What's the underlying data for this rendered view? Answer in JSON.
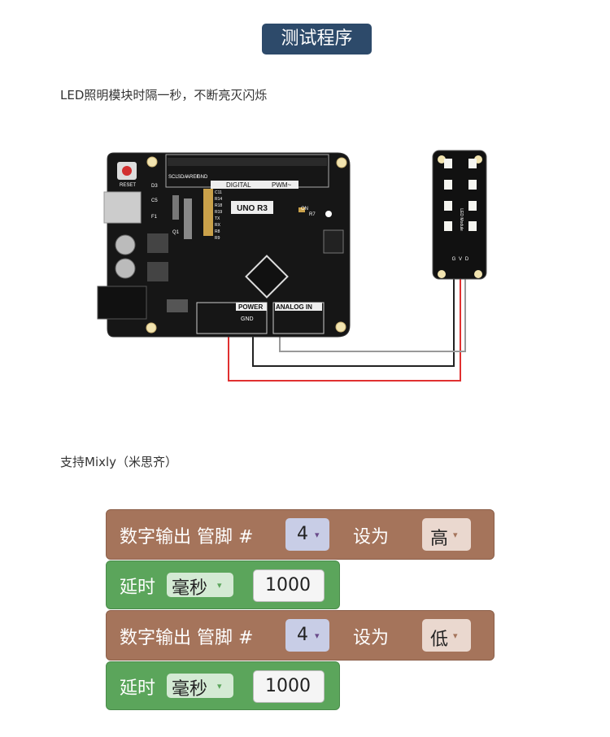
{
  "title": "测试程序",
  "caption_top": "LED照明模块时隔一秒，不断亮灭闪烁",
  "caption_mixly": "支持Mixly（米思齐）",
  "board": {
    "name": "UNO R3",
    "digital_label": "DIGITAL",
    "pwm_label": "PWM~",
    "power_label": "POWER",
    "analog_label": "ANALOG IN",
    "gnd_label": "GND",
    "reset_label": "RESET",
    "top_pins": [
      "SCL",
      "SDA",
      "AREF",
      "GND"
    ],
    "left_labels": [
      "D3",
      "C5",
      "F1",
      "Q1"
    ],
    "small_labels": [
      "C11",
      "R14",
      "R18",
      "R19",
      "TX",
      "RX",
      "R8",
      "R9"
    ],
    "on_label": "ON",
    "r7_label": "R7"
  },
  "module": {
    "name": "LED Module",
    "pins": [
      "G",
      "V",
      "D"
    ]
  },
  "blocks": [
    {
      "kind": "digital_write",
      "label": "数字输出 管脚 #",
      "pin": "4",
      "set_label": "设为",
      "level": "高"
    },
    {
      "kind": "delay",
      "label": "延时",
      "unit": "毫秒",
      "value": "1000"
    },
    {
      "kind": "digital_write",
      "label": "数字输出 管脚 #",
      "pin": "4",
      "set_label": "设为",
      "level": "低"
    },
    {
      "kind": "delay",
      "label": "延时",
      "unit": "毫秒",
      "value": "1000"
    }
  ],
  "dropdown_glyph": "▾"
}
